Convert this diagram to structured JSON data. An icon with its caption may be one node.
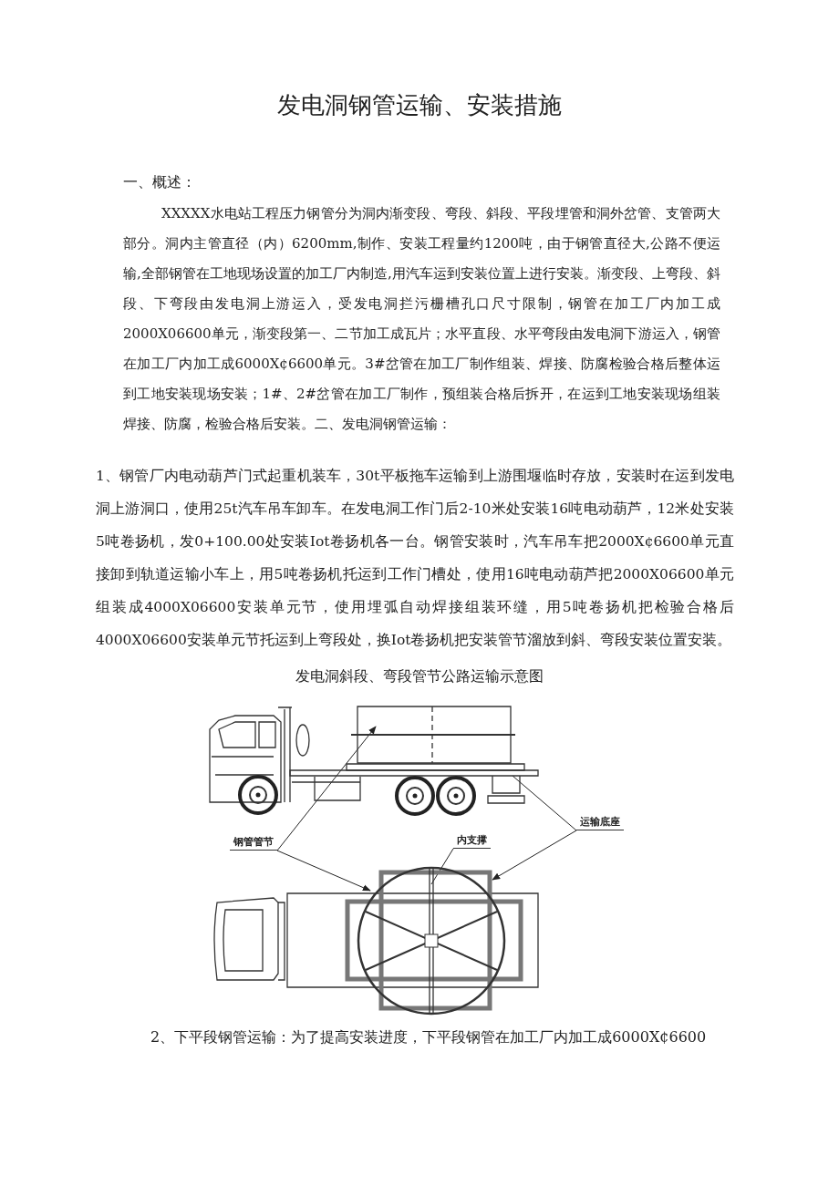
{
  "diagram": {
    "title": "发电洞钢管运输、安装措施",
    "caption": "发电洞斜段、弯段管节公路运输示意图",
    "nodes": [
      {
        "text": [
          "钢管管节"
        ]
      },
      {
        "text": [
          "内支撑"
        ]
      },
      {
        "text": [
          "运输底座"
        ]
      },
      {
        "text": [],
        "shape": "picture"
      },
      {
        "text": [],
        "shape": "picture"
      }
    ],
    "edges": [
      {
        "from": 0,
        "to": 3,
        "arrow": "to"
      },
      {
        "from": 0,
        "to": 4,
        "arrow": "to"
      },
      {
        "from": 1,
        "to": 4,
        "arrow": "none"
      },
      {
        "from": 2,
        "to": 3,
        "arrow": "none"
      },
      {
        "from": 2,
        "to": 4,
        "arrow": "to"
      }
    ],
    "labels": [
      "一、概述：",
      "XXXXX水电站工程压力钢管分为洞内渐变段、弯段、斜段、平段埋管和洞外岔管、支管两大部分。洞内主管直径（内）6200mm,制作、安装工程量约1200吨，由于钢管直径大,公路不便运输,全部钢管在工地现场设置的加工厂内制造,用汽车运到安装位置上进行安装。渐变段、上弯段、斜段、下弯段由发电洞上游运入，受发电洞拦污栅槽孔口尺寸限制，钢管在加工厂内加工成2000X06600单元，渐变段第一、二节加工成瓦片；水平直段、水平弯段由发电洞下游运入，钢管在加工厂内加工成6000X¢6600单元。3#岔管在加工厂制作组装、焊接、防腐检验合格后整体运到工地安装现场安装；1#、2#岔管在加工厂制作，预组装合格后拆开，在运到工地安装现场组装焊接、防腐，检验合格后安装。二、发电洞钢管运输：",
      "1、钢管厂内电动葫芦门式起重机装车，30t平板拖车运输到上游围堰临时存放，安装时在运到发电洞上游洞口，使用25t汽车吊车卸车。在发电洞工作门后2-10米处安装16吨电动葫芦，12米处安装5吨卷扬机，发0+100.00处安装Iot卷扬机各一台。钢管安装时，汽车吊车把2000X¢6600单元直接卸到轨道运输小车上，用5吨卷扬机托运到工作门槽处，使用16吨电动葫芦把2000X06600单元组装成4000X06600安装单元节，使用埋弧自动焊接组装环缝，用5吨卷扬机把检验合格后4000X06600安装单元节托运到上弯段处，换Iot卷扬机把安装管节溜放到斜、弯段安装位置安装。",
      "2、下平段钢管运输：为了提高安装进度，下平段钢管在加工厂内加工成6000X¢6600"
    ]
  }
}
